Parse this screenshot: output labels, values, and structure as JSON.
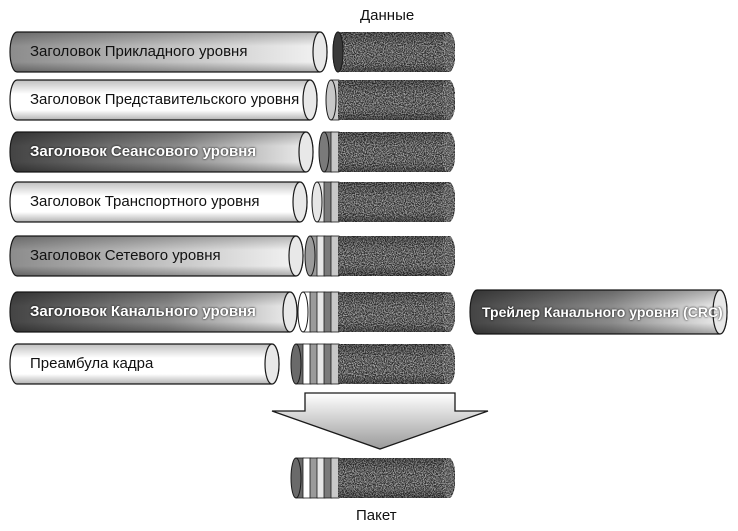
{
  "labels": {
    "data": "Данные",
    "packet": "Пакет"
  },
  "layers": [
    {
      "header": "Заголовок Прикладного уровня",
      "style": "mid"
    },
    {
      "header": "Заголовок Представительского уровня",
      "style": "white"
    },
    {
      "header": "Заголовок Сеансового уровня",
      "style": "dark"
    },
    {
      "header": "Заголовок Транспортного уровня",
      "style": "white"
    },
    {
      "header": "Заголовок Сетевого уровня",
      "style": "mid"
    },
    {
      "header": "Заголовок Канального уровня",
      "style": "dark"
    },
    {
      "header": "Преамбула кадра",
      "style": "white"
    }
  ],
  "trailer": {
    "label": "Трейлер Канального уровня (CRC)",
    "style": "dark"
  },
  "colors": {
    "data_block": "#2e2e2e",
    "dark_band": "#5a5a5a",
    "mid_band": "#9a9a9a",
    "light_band": "#dcdcdc",
    "white": "#ffffff",
    "outline": "#1a1a1a"
  }
}
